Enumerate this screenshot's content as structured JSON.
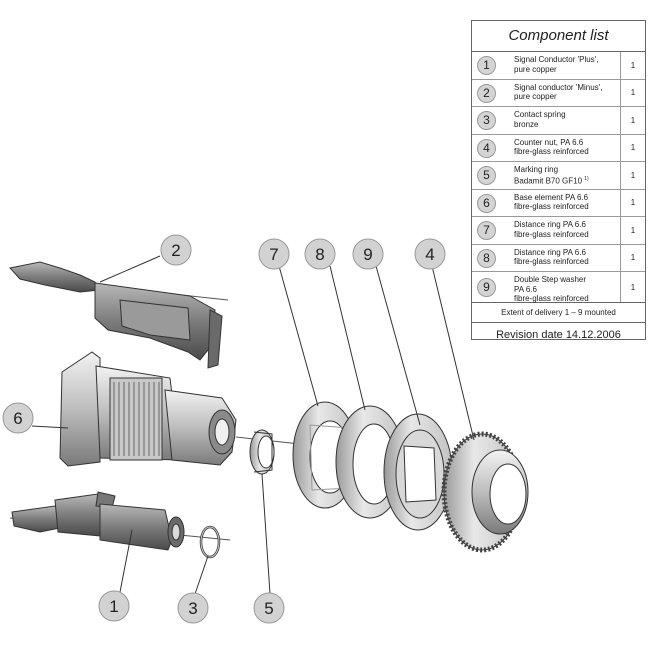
{
  "component_list": {
    "title": "Component list",
    "rows": [
      {
        "num": "1",
        "line1": "Signal Conductor 'Plus',",
        "line2": "pure copper",
        "qty": "1"
      },
      {
        "num": "2",
        "line1": "Signal conductor 'Minus',",
        "line2": "pure copper",
        "qty": "1"
      },
      {
        "num": "3",
        "line1": "Contact spring",
        "line2": "bronze",
        "qty": "1"
      },
      {
        "num": "4",
        "line1": "Counter nut, PA 6.6",
        "line2": "fibre-glass reinforced",
        "qty": "1"
      },
      {
        "num": "5",
        "line1": "Marking ring",
        "line2": "Badamit B70 GF10",
        "sup": "1)",
        "qty": "1"
      },
      {
        "num": "6",
        "line1": "Base element PA 6.6",
        "line2": "fibre-glass reinforced",
        "qty": "1"
      },
      {
        "num": "7",
        "line1": "Distance ring PA 6.6",
        "line2": "fibre-glass reinforced",
        "qty": "1"
      },
      {
        "num": "8",
        "line1": "Distance ring PA 6.6",
        "line2": "fibre-glass reinforced",
        "qty": "1"
      },
      {
        "num": "9",
        "line1": "Double Step washer",
        "line2": "PA 6.6",
        "line3": "fibre-glass reinforced",
        "qty": "1"
      }
    ],
    "extent": "Extent of delivery 1 – 9 mounted",
    "revision": "Revision date 14.12.2006"
  },
  "callouts": {
    "c1": "1",
    "c2": "2",
    "c3": "3",
    "c4": "4",
    "c5": "5",
    "c6": "6",
    "c7": "7",
    "c8": "8",
    "c9": "9"
  }
}
